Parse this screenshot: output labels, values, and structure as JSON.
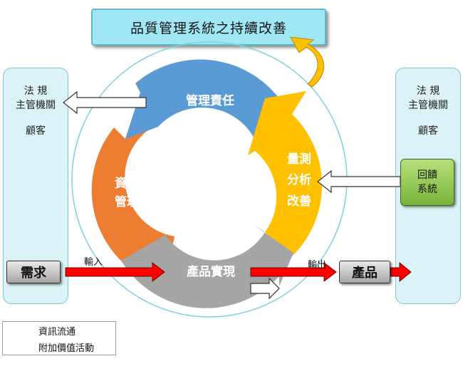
{
  "title": "品質管理系統之持續改善",
  "left_panel": {
    "line1": "法 規",
    "line2": "主管機關",
    "line3": "顧客"
  },
  "right_panel": {
    "line1": "法 規",
    "line2": "主管機關",
    "line3": "顧客"
  },
  "cycle": {
    "top": "管理責任",
    "left_1": "資源",
    "left_2": "管理",
    "right_1": "量測",
    "right_2": "分析",
    "right_3": "改善",
    "bottom": "產品實現"
  },
  "demand": "需求",
  "product": "產品",
  "feedback_1": "回饋",
  "feedback_2": "系統",
  "input_label": "輸入",
  "output_label": "輸出",
  "legend": {
    "info": "資訊流通",
    "value": "附加價值活動"
  },
  "colors": {
    "top_segment": "#5b9bd5",
    "left_segment": "#ed7d31",
    "right_segment": "#ffc000",
    "bottom_segment": "#a5a5a5",
    "value_arrow": "#ff0000",
    "side_panel": "#dbf3f6",
    "title_box": "#9fe7f4",
    "feedback_box": "#8cc84b"
  }
}
